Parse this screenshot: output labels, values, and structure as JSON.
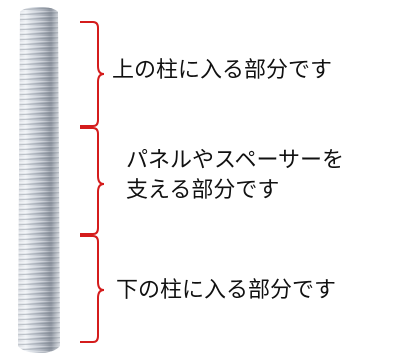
{
  "labels": {
    "upper": "上の柱に入る部分です",
    "middle_line1": "パネルやスペーサーを",
    "middle_line2": "支える部分です",
    "lower": "下の柱に入る部分です"
  },
  "colors": {
    "bracket": "#d41c1c",
    "rod_light": "#e4e8ee",
    "rod_mid": "#b8bec8",
    "rod_dark": "#8a919c",
    "text": "#111111"
  },
  "icons": {
    "rod": "threaded-rod-image"
  }
}
